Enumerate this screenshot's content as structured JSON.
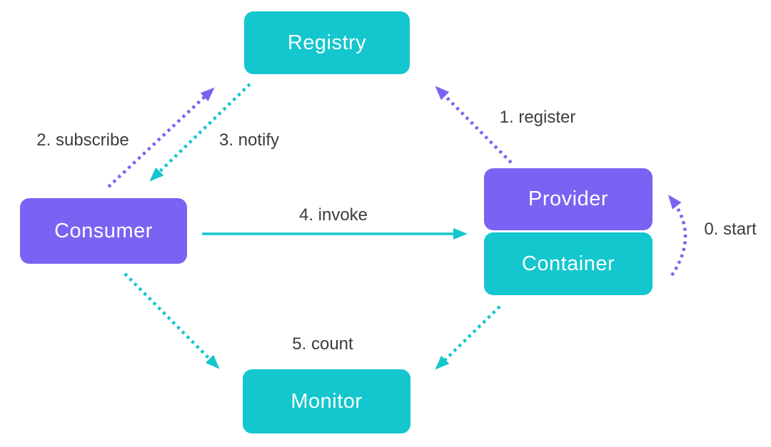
{
  "diagram": {
    "name": "dubbo-architecture",
    "background": "#FFFFFF"
  },
  "colors": {
    "cyan": "#14C6CE",
    "purple": "#7B62F2",
    "node_text": "#FFFFFF",
    "label_text": "#3C3C3C"
  },
  "nodes": [
    {
      "id": "registry",
      "label": "Registry",
      "color": "#14C6CE"
    },
    {
      "id": "consumer",
      "label": "Consumer",
      "color": "#7B62F2"
    },
    {
      "id": "provider",
      "label": "Provider",
      "color": "#7B62F2"
    },
    {
      "id": "container",
      "label": "Container",
      "color": "#14C6CE"
    },
    {
      "id": "monitor",
      "label": "Monitor",
      "color": "#14C6CE"
    }
  ],
  "edges": [
    {
      "id": "start",
      "label": "0. start",
      "from": "container",
      "to": "provider",
      "style": "dotted",
      "color": "#7B62F2"
    },
    {
      "id": "register",
      "label": "1. register",
      "from": "provider",
      "to": "registry",
      "style": "dotted",
      "color": "#7B62F2"
    },
    {
      "id": "subscribe",
      "label": "2. subscribe",
      "from": "consumer",
      "to": "registry",
      "style": "dotted",
      "color": "#7B62F2"
    },
    {
      "id": "notify",
      "label": "3. notify",
      "from": "registry",
      "to": "consumer",
      "style": "dotted",
      "color": "#14C6CE"
    },
    {
      "id": "invoke",
      "label": "4. invoke",
      "from": "consumer",
      "to": "provider",
      "style": "solid",
      "color": "#14C6CE"
    },
    {
      "id": "count",
      "label": "5. count",
      "from": "consumer-and-container",
      "to": "monitor",
      "style": "dotted",
      "color": "#14C6CE"
    }
  ]
}
